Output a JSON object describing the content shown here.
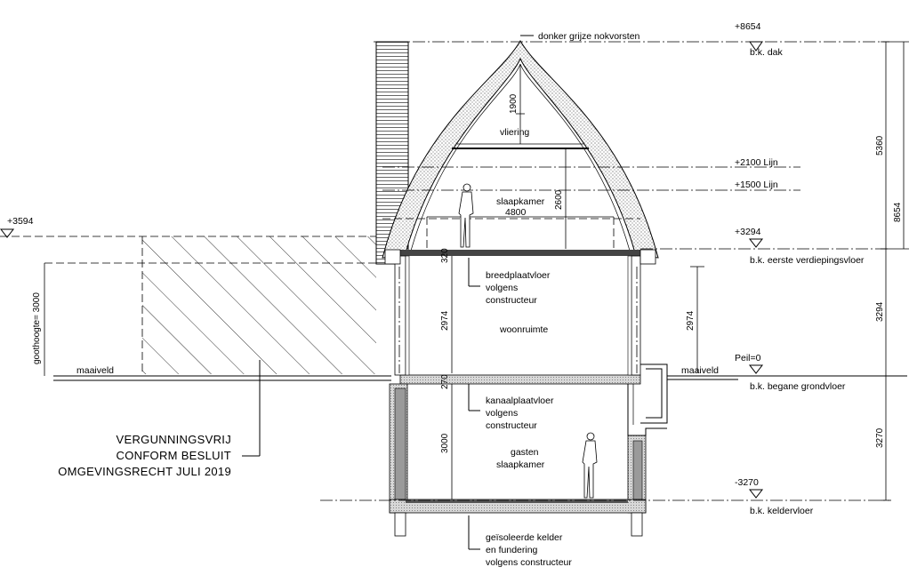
{
  "drawing": {
    "roof_label": "donker grijze nokvorsten",
    "levels": {
      "top": {
        "value": "+8654",
        "label": "b.k. dak"
      },
      "first_floor": {
        "value": "+3294",
        "label": "b.k. eerste verdiepingsvloer"
      },
      "ground": {
        "value": "Peil=0",
        "label": "b.k. begane grondvloer"
      },
      "basement": {
        "value": "-3270",
        "label": "b.k. keldervloer"
      },
      "left_mark": {
        "value": "+3594"
      }
    },
    "lines": {
      "line_2100": "+2100 Lijn",
      "line_1500": "+1500 Lijn"
    },
    "rooms": {
      "attic": "vliering",
      "bedroom": "slaapkamer",
      "living": "woonruimte",
      "guest_line1": "gasten",
      "guest_line2": "slaapkamer"
    },
    "floors": {
      "breedplaat": [
        "breedplaatvloer",
        "volgens",
        "constructeur"
      ],
      "kanaalplaat": [
        "kanaalplaatvloer",
        "volgens",
        "constructeur"
      ],
      "kelder": [
        "geïsoleerde kelder",
        "en fundering",
        "volgens constructeur"
      ]
    },
    "ground_label_left": "maaiveld",
    "ground_label_right": "maaiveld",
    "eave_height": "goothoogte= 3000",
    "permit_note": [
      "VERGUNNINGSVRIJ",
      "CONFORM BESLUIT",
      "OMGEVINGSRECHT JULI 2019"
    ],
    "dimensions": {
      "attic_height": "1900",
      "bedroom_width": "4800",
      "bedroom_height": "2600",
      "floor_thickness_1": "320",
      "floor_thickness_2": "270",
      "living_height_left": "2974",
      "living_height_right": "2974",
      "basement_height": "3000",
      "right_5360": "5360",
      "right_8654": "8654",
      "right_3294": "3294",
      "right_3270": "3270"
    }
  }
}
